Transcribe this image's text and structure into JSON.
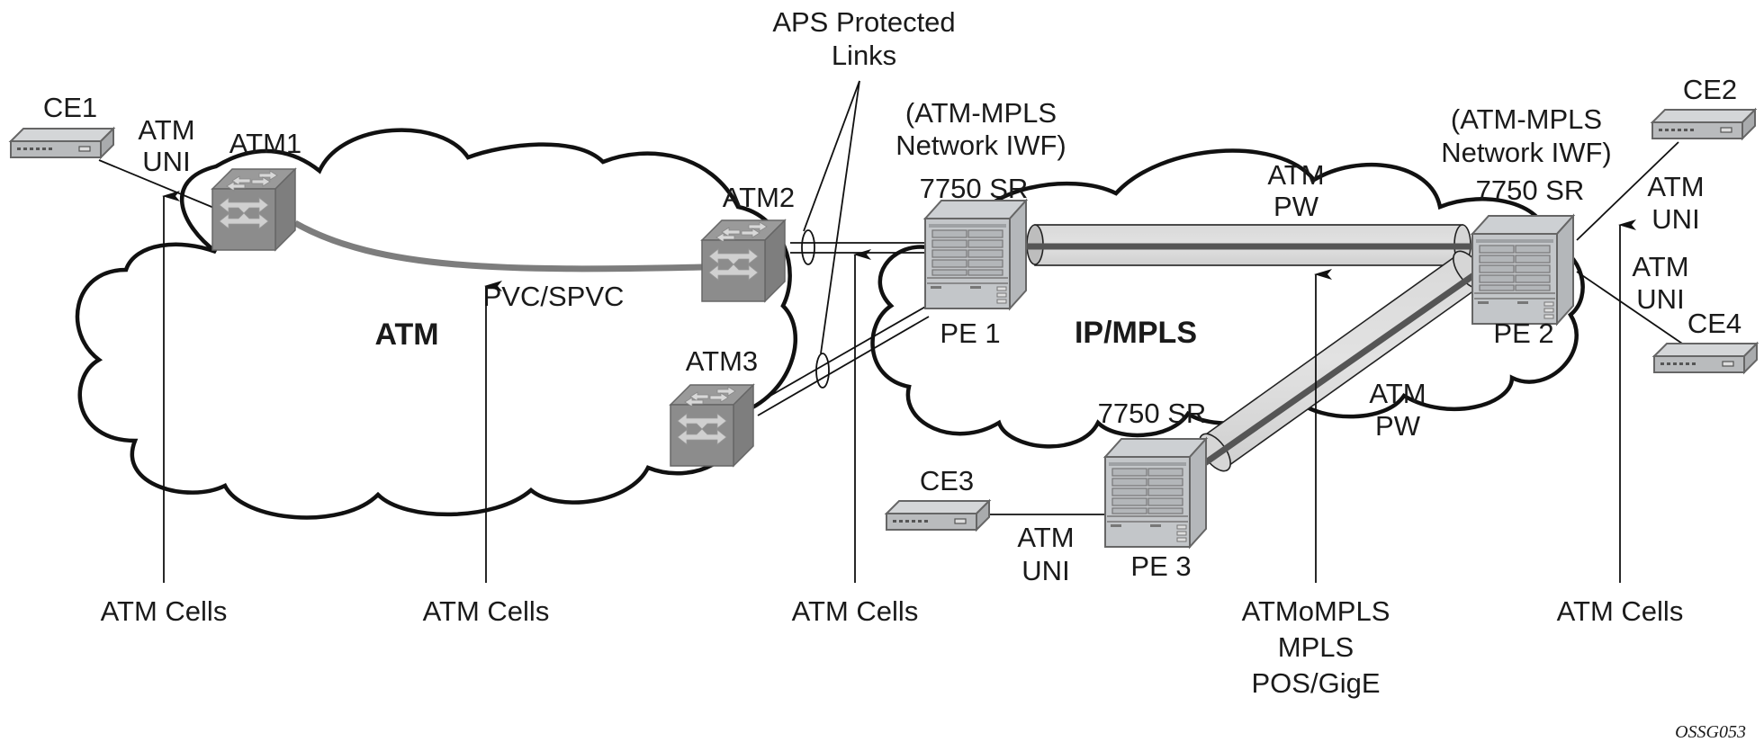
{
  "diagram": {
    "clouds": [
      {
        "id": "atm",
        "label": "ATM"
      },
      {
        "id": "ipmpls",
        "label": "IP/MPLS"
      }
    ],
    "ce_devices": [
      {
        "id": "ce1",
        "label": "CE1"
      },
      {
        "id": "ce2",
        "label": "CE2"
      },
      {
        "id": "ce3",
        "label": "CE3"
      },
      {
        "id": "ce4",
        "label": "CE4"
      }
    ],
    "atm_switches": [
      {
        "id": "atm1",
        "label": "ATM1"
      },
      {
        "id": "atm2",
        "label": "ATM2"
      },
      {
        "id": "atm3",
        "label": "ATM3"
      }
    ],
    "routers": [
      {
        "id": "pe1",
        "model": "7750 SR",
        "label": "PE 1",
        "role_line1": "(ATM-MPLS",
        "role_line2": "Network IWF)"
      },
      {
        "id": "pe2",
        "model": "7750 SR",
        "label": "PE 2",
        "role_line1": "(ATM-MPLS",
        "role_line2": "Network IWF)"
      },
      {
        "id": "pe3",
        "model": "7750 SR",
        "label": "PE 3"
      }
    ],
    "link_labels": {
      "ce1_uni": [
        "ATM",
        "UNI"
      ],
      "ce2_uni": [
        "ATM",
        "UNI"
      ],
      "ce4_uni": [
        "ATM",
        "UNI"
      ],
      "ce3_uni": [
        "ATM",
        "UNI"
      ],
      "pvc": "PVC/SPVC",
      "pw_top": [
        "ATM",
        "PW"
      ],
      "pw_bottom": [
        "ATM",
        "PW"
      ],
      "aps": [
        "APS Protected",
        "Links"
      ]
    },
    "encapsulation_labels": {
      "a1": "ATM Cells",
      "a2": "ATM Cells",
      "a3": "ATM Cells",
      "a4": [
        "ATMoMPLS",
        "MPLS",
        "POS/GigE"
      ],
      "a5": "ATM Cells"
    },
    "figure_id": "OSSG053"
  }
}
